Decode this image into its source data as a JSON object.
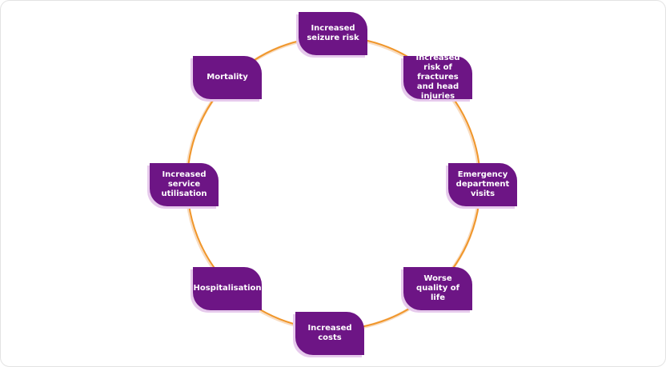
{
  "diagram": {
    "type": "cycle",
    "colors": {
      "node_fill": "#6d1585",
      "node_text": "#ffffff",
      "node_shadow": "#e6c9ec",
      "ring": "#f0962a"
    },
    "nodes": [
      {
        "id": "seizure",
        "label": "Increased seizure risk"
      },
      {
        "id": "fractures",
        "label": "Increased risk of fractures and head injuries"
      },
      {
        "id": "emergency",
        "label": "Emergency department visits"
      },
      {
        "id": "quality",
        "label": "Worse quality of life"
      },
      {
        "id": "costs",
        "label": "Increased costs"
      },
      {
        "id": "hospitalisation",
        "label": "Hospitalisation"
      },
      {
        "id": "service",
        "label": "Increased service utilisation"
      },
      {
        "id": "mortality",
        "label": "Mortality"
      }
    ]
  }
}
